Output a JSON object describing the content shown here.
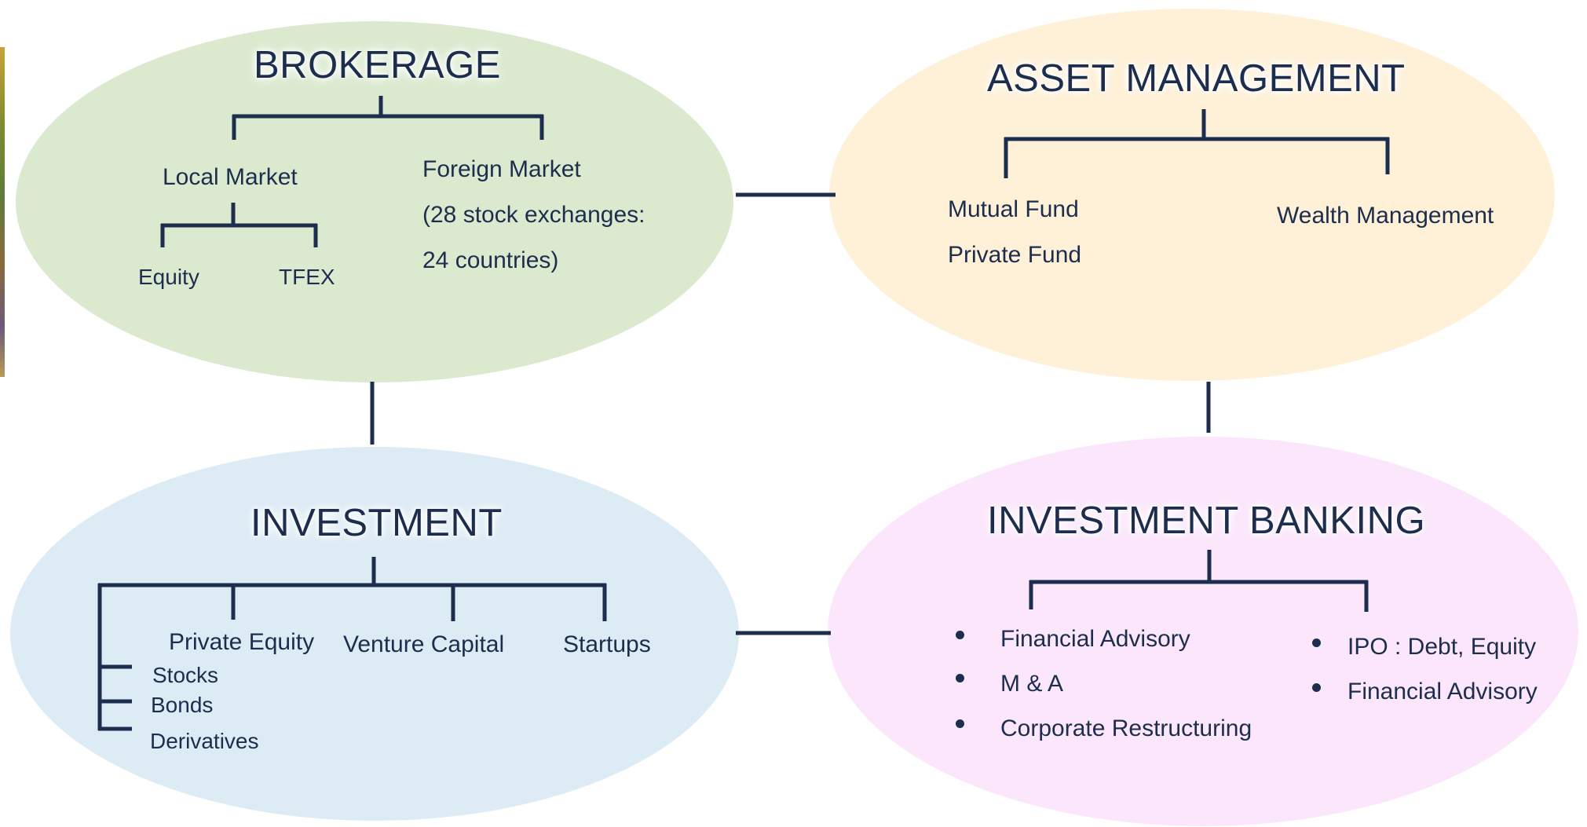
{
  "brokerage": {
    "title": "BROKERAGE",
    "local_market": "Local Market",
    "equity": "Equity",
    "tfex": "TFEX",
    "foreign_market": "Foreign Market",
    "foreign_line2": "(28 stock exchanges:",
    "foreign_line3": "24 countries)"
  },
  "asset_management": {
    "title": "ASSET MANAGEMENT",
    "mutual_fund": "Mutual Fund",
    "private_fund": "Private Fund",
    "wealth_management": "Wealth Management"
  },
  "investment": {
    "title": "INVESTMENT",
    "private_equity": "Private Equity",
    "venture_capital": "Venture Capital",
    "startups": "Startups",
    "stocks": "Stocks",
    "bonds": "Bonds",
    "derivatives": "Derivatives"
  },
  "investment_banking": {
    "title": "INVESTMENT BANKING",
    "left_items": [
      "Financial Advisory",
      "M & A",
      "Corporate Restructuring"
    ],
    "right_items": [
      "IPO : Debt, Equity",
      "Financial Advisory"
    ]
  },
  "colors": {
    "brokerage": "#dbeacf",
    "asset_management": "#fef1d8",
    "investment": "#ddebf5",
    "investment_banking": "#fbe6fb",
    "line": "#1c2d4d"
  }
}
